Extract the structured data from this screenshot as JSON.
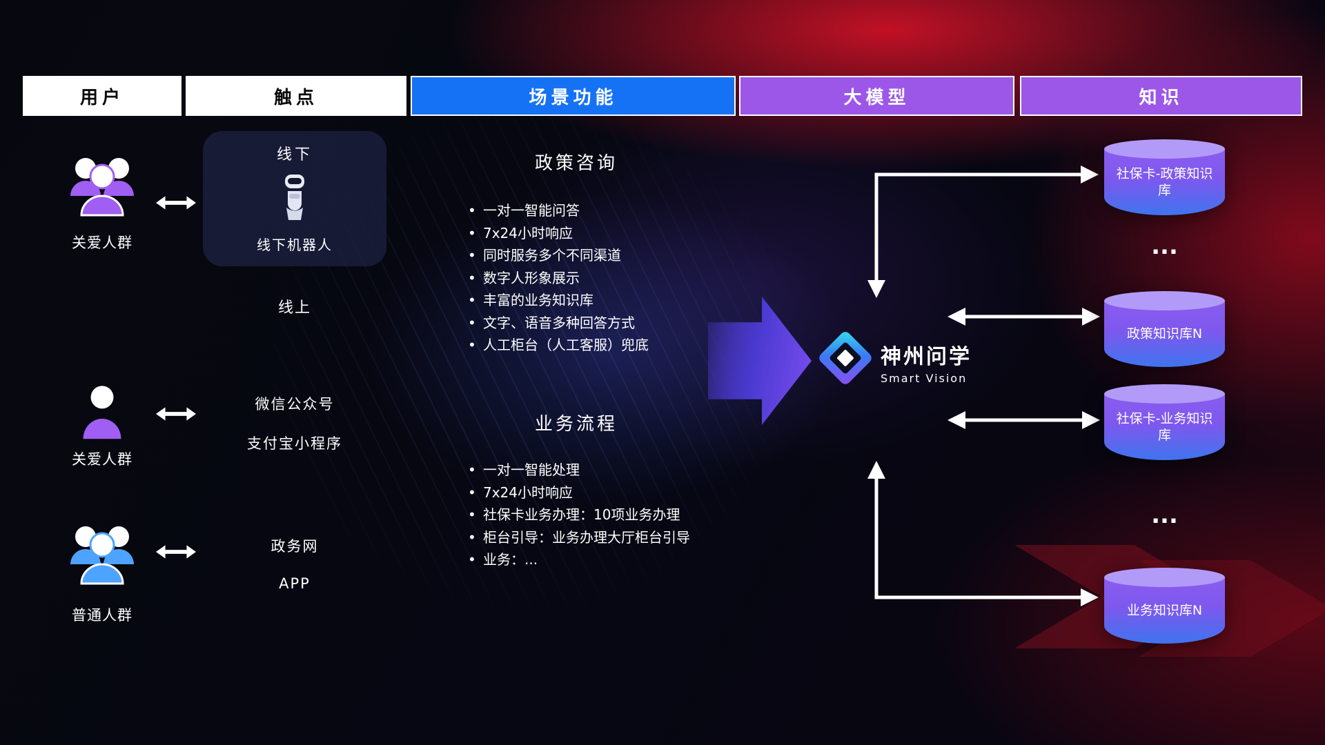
{
  "header": {
    "columns": [
      {
        "label": "用户"
      },
      {
        "label": "触点"
      },
      {
        "label": "场景功能"
      },
      {
        "label": "大模型"
      },
      {
        "label": "知识"
      }
    ]
  },
  "users": [
    {
      "label": "关爱人群",
      "icon": "user-group-icon",
      "color": "#a05ef2"
    },
    {
      "label": "关爱人群",
      "icon": "user-icon",
      "color": "#a05ef2"
    },
    {
      "label": "普通人群",
      "icon": "user-group-icon",
      "color": "#4da3ff"
    }
  ],
  "touchpoints": {
    "offline_title": "线下",
    "offline_robot_label": "线下机器人",
    "online_title": "线上",
    "wechat": "微信公众号",
    "alipay": "支付宝小程序",
    "gov_web": "政务网",
    "app": "APP"
  },
  "scenarios": [
    {
      "title": "政策咨询",
      "items": [
        "一对一智能问答",
        "7x24小时响应",
        "同时服务多个不同渠道",
        "数字人形象展示",
        "丰富的业务知识库",
        "文字、语音多种回答方式",
        "人工柜台（人工客服）兜底"
      ]
    },
    {
      "title": "业务流程",
      "items": [
        "一对一智能处理",
        "7x24小时响应",
        "社保卡业务办理：10项业务办理",
        "柜台引导：业务办理大厅柜台引导",
        "业务：..."
      ]
    }
  ],
  "model": {
    "brand": "神州问学",
    "brand_sub": "Smart Vision"
  },
  "knowledge": {
    "db1": "社保卡-政策知识库",
    "ellipsis1": "...",
    "db2": "政策知识库N",
    "db3": "社保卡-业务知识库",
    "ellipsis2": "...",
    "db4": "业务知识库N"
  },
  "colors": {
    "header_blue": "#1672f5",
    "header_purple": "#9c57e8",
    "user_purple": "#a05ef2",
    "user_blue": "#4da3ff",
    "db_top": "#b29bf8",
    "db_body_purple": "#8a5cf0",
    "db_body_blue": "#3f74ee",
    "arrow_white": "#ffffff"
  }
}
